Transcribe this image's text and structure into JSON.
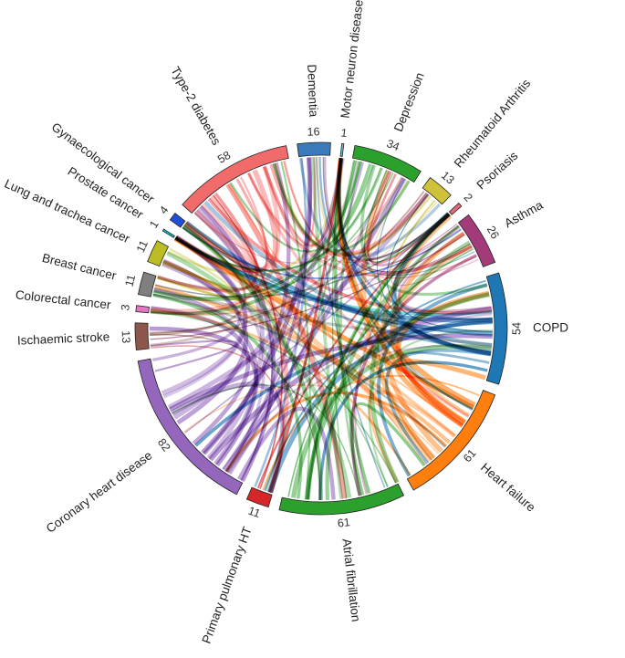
{
  "chart_data": {
    "type": "chord",
    "title": "",
    "segments": [
      {
        "name": "Dementia",
        "value": 16,
        "color": "#3a7ab8"
      },
      {
        "name": "Motor neuron disease",
        "value": 1,
        "color": "#6fb7d6"
      },
      {
        "name": "Depression",
        "value": 34,
        "color": "#2ca02c"
      },
      {
        "name": "Rheumatoid Arthritis",
        "value": 13,
        "color": "#cfc23a"
      },
      {
        "name": "Psoriasis",
        "value": 2,
        "color": "#e0697a"
      },
      {
        "name": "Asthma",
        "value": 26,
        "color": "#a33a7a"
      },
      {
        "name": "COPD",
        "value": 54,
        "color": "#1f77b4"
      },
      {
        "name": "Heart failure",
        "value": 61,
        "color": "#ff7f0e"
      },
      {
        "name": "Atrial fibrillation",
        "value": 61,
        "color": "#2ca02c"
      },
      {
        "name": "Primary pulmonary HT",
        "value": 11,
        "color": "#d62728"
      },
      {
        "name": "Coronary heart disease",
        "value": 82,
        "color": "#9467bd"
      },
      {
        "name": "Ischaemic stroke",
        "value": 13,
        "color": "#8c564b"
      },
      {
        "name": "Colorectal cancer",
        "value": 3,
        "color": "#e377c2"
      },
      {
        "name": "Breast cancer",
        "value": 11,
        "color": "#7f7f7f"
      },
      {
        "name": "Lung and trachea cancer",
        "value": 11,
        "color": "#bcbd22"
      },
      {
        "name": "Prostate cancer",
        "value": 1,
        "color": "#17becf"
      },
      {
        "name": "Gynaecological cancer",
        "value": 4,
        "color": "#1f4fd8"
      },
      {
        "name": "Type-2 diabetes",
        "value": 58,
        "color": "#f26b6b"
      }
    ]
  }
}
